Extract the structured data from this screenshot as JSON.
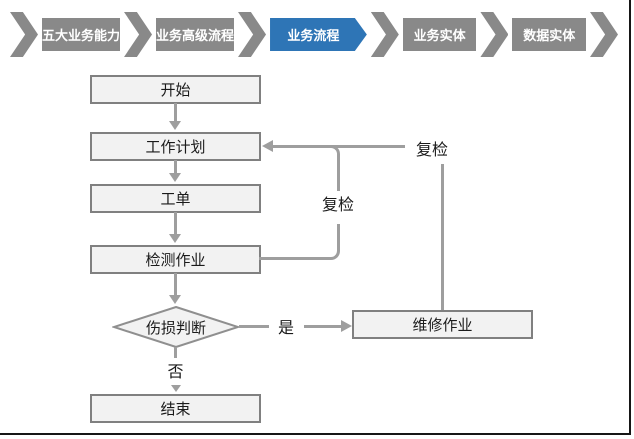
{
  "page": {
    "background": "#ffffff",
    "frame_border_color": "#161616"
  },
  "nav": {
    "style": {
      "inactive_color": "#898989",
      "active_color": "#2e75b6",
      "text_color": "#ffffff"
    },
    "items": [
      {
        "label": "五大业务能力",
        "active": false
      },
      {
        "label": "业务高级流程",
        "active": false
      },
      {
        "label": "业务流程",
        "active": true
      },
      {
        "label": "业务实体",
        "active": false
      },
      {
        "label": "数据实体",
        "active": false
      }
    ]
  },
  "flowchart": {
    "style": {
      "node_fill": "#f2f2f2",
      "node_border": "#808080",
      "connector_color": "#9e9e9e"
    },
    "nodes": {
      "start": {
        "label": "开始",
        "shape": "rectangle"
      },
      "work_plan": {
        "label": "工作计划",
        "shape": "rectangle"
      },
      "work_order": {
        "label": "工单",
        "shape": "rectangle"
      },
      "inspection": {
        "label": "检测作业",
        "shape": "rectangle"
      },
      "damage_decision": {
        "label": "伤损判断",
        "shape": "diamond"
      },
      "repair": {
        "label": "维修作业",
        "shape": "rectangle"
      },
      "end": {
        "label": "结束",
        "shape": "rectangle"
      }
    },
    "edge_labels": {
      "yes": "是",
      "no": "否",
      "recheck_inner": "复检",
      "recheck_outer": "复检"
    }
  }
}
